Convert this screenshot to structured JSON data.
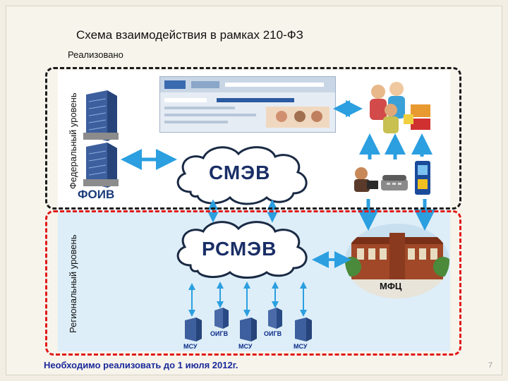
{
  "slide": {
    "title": "Схема взаимодействия в рамках 210-ФЗ",
    "subtitle": "Реализовано",
    "footer": "Необходимо реализовать до 1 июля 2012г.",
    "page_number": "7"
  },
  "federal": {
    "level_label": "Федеральный уровень",
    "foiv_label": "ФОИВ",
    "smev_label": "СМЭВ"
  },
  "regional": {
    "level_label": "Региональный уровень",
    "rsmev_label": "РСМЭВ",
    "mfc_label": "МФЦ",
    "msu_labels": [
      "МСУ",
      "МСУ",
      "МСУ"
    ],
    "oigv_labels": [
      "ОИГВ",
      "ОИГВ"
    ]
  },
  "colors": {
    "federal_border": "#1a1a1a",
    "regional_border": "#e01818",
    "arrow": "#2b9fe0",
    "footer_text": "#1a2a9a",
    "cloud_text": "#1a2e66"
  }
}
